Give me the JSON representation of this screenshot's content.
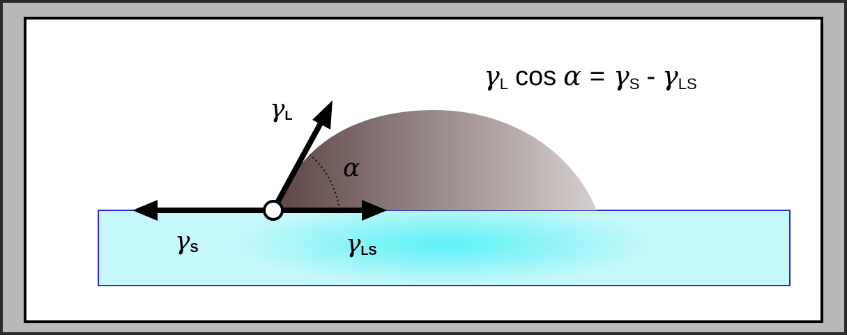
{
  "equation": {
    "gamma_l": "γ",
    "sub_l": "L",
    "cos": "cos",
    "alpha": "α",
    "equals": "=",
    "gamma_s": "γ",
    "sub_s": "S",
    "minus": "-",
    "gamma_ls": "γ",
    "sub_ls": "LS"
  },
  "labels": {
    "gamma_l": {
      "symbol": "γ",
      "sub": "L"
    },
    "gamma_s": {
      "symbol": "γ",
      "sub": "S"
    },
    "gamma_ls": {
      "symbol": "γ",
      "sub": "LS"
    },
    "alpha": "α"
  },
  "colors": {
    "substrate_fill": "#bff6fa",
    "substrate_highlight": "#5cf2f6",
    "substrate_border": "#2a2ad0",
    "droplet_dark": "#5e4545",
    "droplet_light": "#d4cccc",
    "frame_outer": "#b9b9b9",
    "panel_border": "#000000"
  }
}
